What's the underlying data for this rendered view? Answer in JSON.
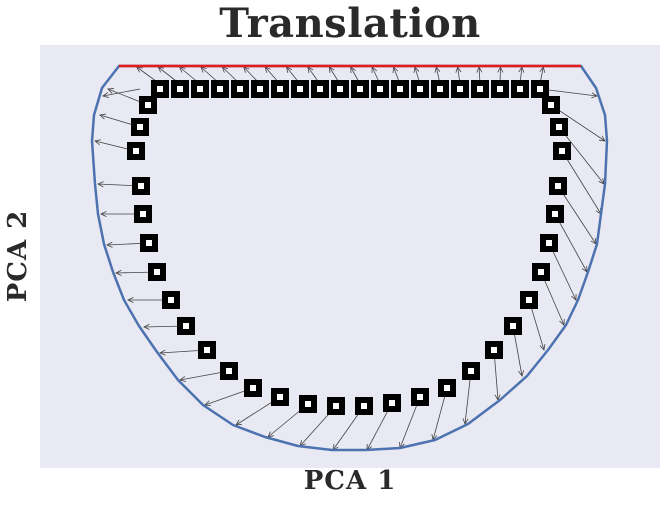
{
  "title": "Translation",
  "xlabel": "PCA 1",
  "ylabel": "PCA 2",
  "colors": {
    "plot_background": "#e8e9f2",
    "outer_contour": "#4c72b0",
    "top_edge": "#e41a1c",
    "arrows": "#444444",
    "markers": "#000000",
    "marker_center": "#ffffff"
  }
}
